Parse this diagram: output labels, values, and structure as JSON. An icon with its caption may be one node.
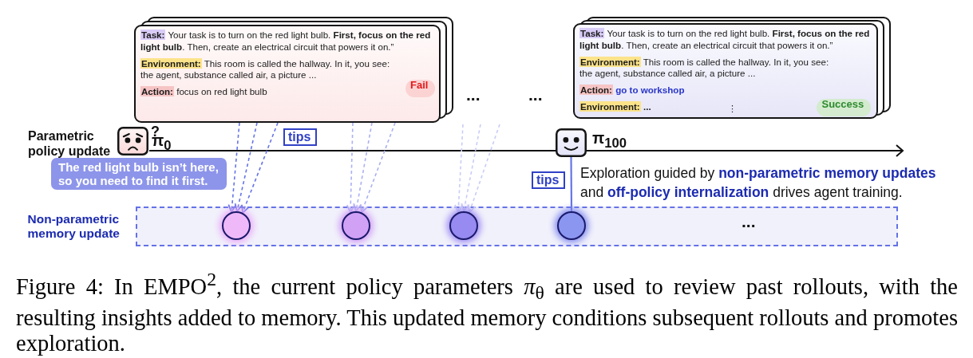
{
  "diagram": {
    "caption": "Figure 4: In EMPO$^{2}$, the current policy parameters *π*$_{θ}$ are used to review past rollouts, with the resulting insights added to memory. This updated memory conditions subsequent rollouts and promotes exploration.",
    "nodes": [
      {
        "text": [
          "**Task:** Your task is to turn on the red light bulb. **First, focus on the red light bulb**. Then, create an electrical circuit that powers it on.”",
          "**Environment:** This room is called the hallway. In it, you see: the agent, substance called air, a picture ...",
          "**Action:** focus on red light bulb"
        ]
      },
      {
        "text": [
          "Fail"
        ],
        "in": 0
      },
      {
        "text": [
          "**Task:** Your task is to turn on the red light bulb. **First, focus on the red light bulb**. Then, create an electrical circuit that powers it on.”",
          "**Environment:** This room is called the hallway. In it, you see: the agent, substance called air, a picture ...",
          "**Action:** **go to workshop**",
          "**Environment:** **...**",
          "⋮"
        ]
      },
      {
        "text": [
          "Success"
        ],
        "in": 2
      },
      {
        "text": [],
        "shape": "picture",
        "beside": [
          "?",
          "π$_{0}$"
        ]
      },
      {
        "text": [
          "tips"
        ]
      },
      {
        "text": [],
        "shape": "picture",
        "beside": [
          "π$_{100}$"
        ]
      },
      {
        "text": [
          "The red light bulb isn’t here, so you need to find it first."
        ]
      },
      {
        "text": [
          "tips"
        ]
      },
      {
        "text": [
          "Non-parametric memory update",
          "..."
        ]
      },
      {
        "text": [],
        "shape": "circle",
        "in": 9
      },
      {
        "text": [],
        "shape": "circle",
        "in": 9
      },
      {
        "text": [],
        "shape": "circle",
        "in": 9
      },
      {
        "text": [],
        "shape": "circle",
        "in": 9
      }
    ],
    "edges": [
      {
        "from": 0,
        "to": 10,
        "arrow": "to",
        "style": "dashed"
      },
      {
        "from": 0,
        "to": 10,
        "arrow": "to",
        "style": "dashed"
      },
      {
        "from": 0,
        "to": 10,
        "arrow": "to",
        "style": "dashed"
      },
      {
        "from": 0,
        "to": 11,
        "arrow": "to",
        "style": "dashed",
        "color": "#a9b1f2"
      },
      {
        "from": 0,
        "to": 11,
        "arrow": "to",
        "style": "dashed",
        "color": "#a9b1f2"
      },
      {
        "from": 0,
        "to": 11,
        "arrow": "to",
        "style": "dashed",
        "color": "#a9b1f2"
      },
      {
        "from": null,
        "to": 12,
        "arrow": "to",
        "style": "dashed",
        "color": "#c8cdf7"
      },
      {
        "from": null,
        "to": 12,
        "arrow": "to",
        "style": "dashed",
        "color": "#c8cdf7"
      },
      {
        "from": null,
        "to": 12,
        "arrow": "to",
        "style": "dashed",
        "color": "#c8cdf7"
      },
      {
        "from": 6,
        "to": 13,
        "arrow": "none"
      }
    ],
    "labels": [
      "...",
      "...",
      "Parametric policy update",
      "Exploration guided by **non-parametric memory updates** and **off-policy internalization** drives agent training."
    ]
  }
}
